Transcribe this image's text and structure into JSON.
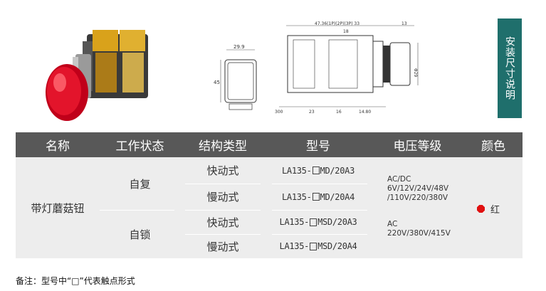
{
  "side_tab": {
    "label": "安装尺寸说明"
  },
  "drawing": {
    "dim_top": "47.36(1P)(2P)(3P) 33",
    "dim_flange": "13",
    "dim_width": "29.9",
    "dim_height": "45",
    "dim_diameter": "Φ29",
    "dim_b1": "300",
    "dim_b2": "23",
    "dim_b3": "16",
    "dim_b4": "14.80",
    "dim_b5": "18"
  },
  "table": {
    "headers": [
      "名称",
      "工作状态",
      "结构类型",
      "型号",
      "电压等级",
      "颜色"
    ],
    "name": "带灯蘑菇钮",
    "states": [
      "自复",
      "自锁"
    ],
    "types": [
      "快动式",
      "慢动式",
      "快动式",
      "慢动式"
    ],
    "models": [
      {
        "prefix": "LA135-",
        "suffix": "MD/20A3"
      },
      {
        "prefix": "LA135-",
        "suffix": "MD/20A4"
      },
      {
        "prefix": "LA135-",
        "suffix": "MSD/20A3"
      },
      {
        "prefix": "LA135-",
        "suffix": "MSD/20A4"
      }
    ],
    "voltage_top": [
      "AC/DC",
      "6V/12V/24V/48V",
      "/110V/220/380V"
    ],
    "voltage_bottom": [
      "AC",
      "220V/380V/415V"
    ],
    "color": {
      "label": "红",
      "hex": "#e01010"
    }
  },
  "note": "备注：型号中“□”代表触点形式"
}
